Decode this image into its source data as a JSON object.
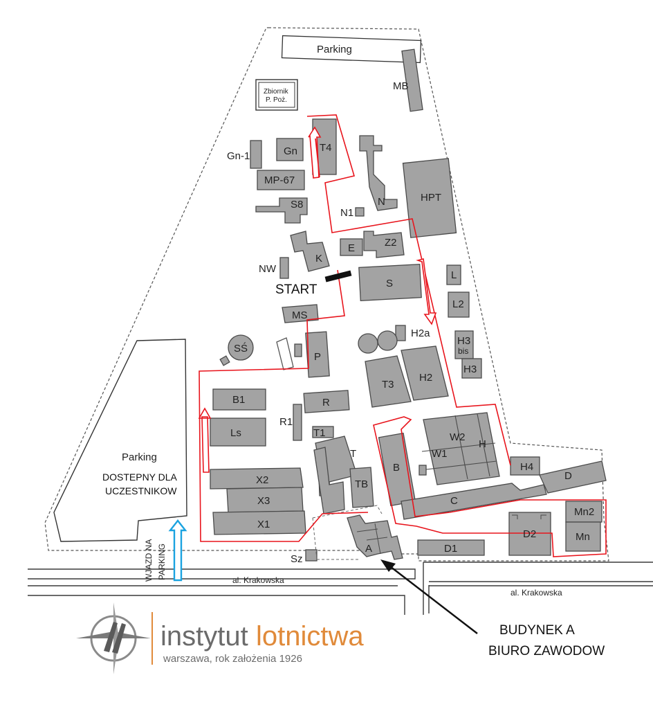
{
  "map": {
    "labels": {
      "parking_top": "Parking",
      "zbiornik_1": "Zbiornik",
      "zbiornik_2": "P. Poż.",
      "mb": "MB",
      "gn1": "Gn-1",
      "gn": "Gn",
      "t4": "T4",
      "mp67": "MP-67",
      "s8": "S8",
      "n1": "N1",
      "n": "N",
      "hpt": "HPT",
      "e": "E",
      "z2": "Z2",
      "k": "K",
      "nw": "NW",
      "start": "START",
      "s": "S",
      "l": "L",
      "l2": "L2",
      "ms": "MS",
      "h2a": "H2a",
      "h3bis_1": "H3",
      "h3bis_2": "bis",
      "h3": "H3",
      "ss": "SŚ",
      "p": "P",
      "t3": "T3",
      "h2": "H2",
      "b1": "B1",
      "r": "R",
      "r1": "R1",
      "ls": "Ls",
      "t1": "T1",
      "t": "T",
      "w2": "W2",
      "w1": "W1",
      "h": "H",
      "b": "B",
      "tb": "TB",
      "h4": "H4",
      "d": "D",
      "c": "C",
      "x2": "X2",
      "x3": "X3",
      "x1": "X1",
      "mn2": "Mn2",
      "mn": "Mn",
      "d2": "D2",
      "a": "A",
      "d1": "D1",
      "sz": "Sz",
      "parking_left": "Parking",
      "dostepny": "DOSTEPNY DLA",
      "uczestnikow": "UCZESTNIKOW",
      "wjazd_1": "WJAZD NA",
      "wjazd_2": "PARKING",
      "street_left": "al. Krakowska",
      "street_right": "al. Krakowska",
      "budynek": "BUDYNEK A",
      "biuro": "BIURO ZAWODOW"
    },
    "logo": {
      "name_part1": "instytut",
      "name_part2": "lotnictwa",
      "tagline": "warszawa, rok założenia 1926"
    },
    "colors": {
      "building": "#a3a3a3",
      "route": "#e8141c",
      "entry_arrow": "#1aa3e0",
      "logo_accent": "#e08a3a",
      "logo_gray": "#6b6b6b"
    },
    "icons": [
      "compass-logo-icon",
      "route-arrow-icon",
      "entry-arrow-icon",
      "pointer-arrow-icon"
    ]
  }
}
